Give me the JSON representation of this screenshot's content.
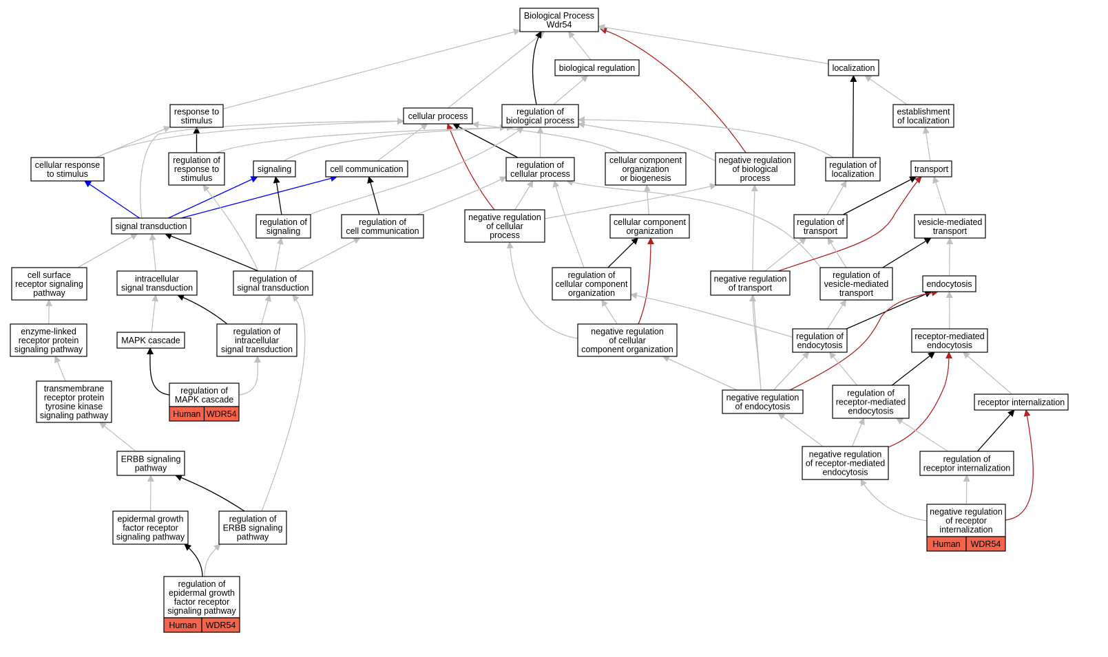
{
  "graph": {
    "title": "Biological Process Wdr54",
    "colors": {
      "is_a": "#c0c0c0",
      "part_of": "#0000ff",
      "regulates": "#000000",
      "negatively_regulates": "#b22222",
      "annotation_fill": "#f4644a"
    },
    "nodes": {
      "bp": {
        "lines": [
          "Biological Process",
          "Wdr54"
        ]
      },
      "bioreg": {
        "lines": [
          "biological regulation"
        ]
      },
      "loc": {
        "lines": [
          "localization"
        ]
      },
      "resp": {
        "lines": [
          "response to",
          "stimulus"
        ]
      },
      "cellproc": {
        "lines": [
          "cellular process"
        ]
      },
      "regbio": {
        "lines": [
          "regulation of",
          "biological process"
        ]
      },
      "estloc": {
        "lines": [
          "establishment",
          "of localization"
        ]
      },
      "cellresp": {
        "lines": [
          "cellular response",
          "to stimulus"
        ]
      },
      "regresp": {
        "lines": [
          "regulation of",
          "response to",
          "stimulus"
        ]
      },
      "signaling": {
        "lines": [
          "signaling"
        ]
      },
      "cellcomm": {
        "lines": [
          "cell communication"
        ]
      },
      "regcell": {
        "lines": [
          "regulation of",
          "cellular process"
        ]
      },
      "ccob": {
        "lines": [
          "cellular component",
          "organization",
          "or biogenesis"
        ]
      },
      "negregbio": {
        "lines": [
          "negative regulation",
          "of biological",
          "process"
        ]
      },
      "regloc": {
        "lines": [
          "regulation of",
          "localization"
        ]
      },
      "transport": {
        "lines": [
          "transport"
        ]
      },
      "sigtrans": {
        "lines": [
          "signal transduction"
        ]
      },
      "regsig": {
        "lines": [
          "regulation of",
          "signaling"
        ]
      },
      "regcomm": {
        "lines": [
          "regulation of",
          "cell communication"
        ]
      },
      "negregcell": {
        "lines": [
          "negative regulation",
          "of cellular",
          "process"
        ]
      },
      "cco": {
        "lines": [
          "cellular component",
          "organization"
        ]
      },
      "regtrans": {
        "lines": [
          "regulation of",
          "transport"
        ]
      },
      "vesmed": {
        "lines": [
          "vesicle-mediated",
          "transport"
        ]
      },
      "cellsurf": {
        "lines": [
          "cell surface",
          "receptor signaling",
          "pathway"
        ]
      },
      "intracell": {
        "lines": [
          "intracellular",
          "signal transduction"
        ]
      },
      "regsigtrans": {
        "lines": [
          "regulation of",
          "signal transduction"
        ]
      },
      "regcco": {
        "lines": [
          "regulation of",
          "cellular component",
          "organization"
        ]
      },
      "negregtrans": {
        "lines": [
          "negative regulation",
          "of transport"
        ]
      },
      "regves": {
        "lines": [
          "regulation of",
          "vesicle-mediated",
          "transport"
        ]
      },
      "endo": {
        "lines": [
          "endocytosis"
        ]
      },
      "enzlink": {
        "lines": [
          "enzyme-linked",
          "receptor protein",
          "signaling pathway"
        ]
      },
      "mapk": {
        "lines": [
          "MAPK cascade"
        ]
      },
      "regintra": {
        "lines": [
          "regulation of",
          "intracellular",
          "signal transduction"
        ]
      },
      "negregcco": {
        "lines": [
          "negative regulation",
          "of cellular",
          "component organization"
        ]
      },
      "regendo": {
        "lines": [
          "regulation of",
          "endocytosis"
        ]
      },
      "recmed": {
        "lines": [
          "receptor-mediated",
          "endocytosis"
        ]
      },
      "tmrtk": {
        "lines": [
          "transmembrane",
          "receptor protein",
          "tyrosine kinase",
          "signaling pathway"
        ]
      },
      "regmapk": {
        "lines": [
          "regulation of",
          "MAPK cascade"
        ],
        "annotations": [
          "Human",
          "WDR54"
        ]
      },
      "negregendo": {
        "lines": [
          "negative regulation",
          "of endocytosis"
        ]
      },
      "regrecmed": {
        "lines": [
          "regulation of",
          "receptor-mediated",
          "endocytosis"
        ]
      },
      "recint": {
        "lines": [
          "receptor internalization"
        ]
      },
      "erbb": {
        "lines": [
          "ERBB signaling",
          "pathway"
        ]
      },
      "negregrecmed": {
        "lines": [
          "negative regulation",
          "of receptor-mediated",
          "endocytosis"
        ]
      },
      "regrecint": {
        "lines": [
          "regulation of",
          "receptor internalization"
        ]
      },
      "egfr": {
        "lines": [
          "epidermal growth",
          "factor receptor",
          "signaling pathway"
        ]
      },
      "regerbb": {
        "lines": [
          "regulation of",
          "ERBB signaling",
          "pathway"
        ]
      },
      "negregrecint": {
        "lines": [
          "negative regulation",
          "of receptor",
          "internalization"
        ],
        "annotations": [
          "Human",
          "WDR54"
        ]
      },
      "regegfr": {
        "lines": [
          "regulation of",
          "epidermal growth",
          "factor receptor",
          "signaling pathway"
        ],
        "annotations": [
          "Human",
          "WDR54"
        ]
      }
    },
    "edges": [
      {
        "from": "resp",
        "to": "bp",
        "rel": "is_a"
      },
      {
        "from": "cellproc",
        "to": "bp",
        "rel": "is_a"
      },
      {
        "from": "regbio",
        "to": "bp",
        "rel": "regulates"
      },
      {
        "from": "bioreg",
        "to": "bp",
        "rel": "is_a"
      },
      {
        "from": "negregbio",
        "to": "bp",
        "rel": "negatively_regulates"
      },
      {
        "from": "loc",
        "to": "bp",
        "rel": "is_a"
      },
      {
        "from": "regbio",
        "to": "bioreg",
        "rel": "is_a"
      },
      {
        "from": "regloc",
        "to": "loc",
        "rel": "regulates"
      },
      {
        "from": "estloc",
        "to": "loc",
        "rel": "is_a"
      },
      {
        "from": "transport",
        "to": "estloc",
        "rel": "is_a"
      },
      {
        "from": "cellresp",
        "to": "resp",
        "rel": "is_a"
      },
      {
        "from": "regresp",
        "to": "resp",
        "rel": "regulates"
      },
      {
        "from": "cellresp",
        "to": "cellproc",
        "rel": "is_a"
      },
      {
        "from": "cellcomm",
        "to": "cellproc",
        "rel": "is_a"
      },
      {
        "from": "regcell",
        "to": "cellproc",
        "rel": "regulates"
      },
      {
        "from": "negregcell",
        "to": "cellproc",
        "rel": "negatively_regulates"
      },
      {
        "from": "sigtrans",
        "to": "cellproc",
        "rel": "is_a"
      },
      {
        "from": "ccob",
        "to": "cellproc",
        "rel": "is_a"
      },
      {
        "from": "regcell",
        "to": "regbio",
        "rel": "is_a"
      },
      {
        "from": "regresp",
        "to": "regbio",
        "rel": "is_a"
      },
      {
        "from": "signaling",
        "to": "regbio",
        "rel": "is_a"
      },
      {
        "from": "negregbio",
        "to": "regbio",
        "rel": "is_a"
      },
      {
        "from": "regloc",
        "to": "regbio",
        "rel": "is_a"
      },
      {
        "from": "regsig",
        "to": "regbio",
        "rel": "is_a"
      },
      {
        "from": "sigtrans",
        "to": "cellresp",
        "rel": "part_of"
      },
      {
        "from": "sigtrans",
        "to": "signaling",
        "rel": "part_of"
      },
      {
        "from": "sigtrans",
        "to": "cellcomm",
        "rel": "part_of"
      },
      {
        "from": "regsig",
        "to": "signaling",
        "rel": "regulates"
      },
      {
        "from": "regcomm",
        "to": "cellcomm",
        "rel": "regulates"
      },
      {
        "from": "regcomm",
        "to": "regcell",
        "rel": "is_a"
      },
      {
        "from": "negregcell",
        "to": "regcell",
        "rel": "is_a"
      },
      {
        "from": "regcco",
        "to": "regcell",
        "rel": "is_a"
      },
      {
        "from": "regves",
        "to": "regcell",
        "rel": "is_a"
      },
      {
        "from": "negregcell",
        "to": "negregbio",
        "rel": "is_a"
      },
      {
        "from": "negregtrans",
        "to": "negregbio",
        "rel": "is_a"
      },
      {
        "from": "cco",
        "to": "ccob",
        "rel": "is_a"
      },
      {
        "from": "regtrans",
        "to": "regloc",
        "rel": "is_a"
      },
      {
        "from": "regtrans",
        "to": "transport",
        "rel": "regulates"
      },
      {
        "from": "negregtrans",
        "to": "transport",
        "rel": "negatively_regulates"
      },
      {
        "from": "vesmed",
        "to": "transport",
        "rel": "is_a"
      },
      {
        "from": "regsigtrans",
        "to": "regresp",
        "rel": "is_a"
      },
      {
        "from": "regsigtrans",
        "to": "sigtrans",
        "rel": "regulates"
      },
      {
        "from": "regsigtrans",
        "to": "regsig",
        "rel": "is_a"
      },
      {
        "from": "regsigtrans",
        "to": "regcomm",
        "rel": "is_a"
      },
      {
        "from": "cellsurf",
        "to": "sigtrans",
        "rel": "is_a"
      },
      {
        "from": "intracell",
        "to": "sigtrans",
        "rel": "is_a"
      },
      {
        "from": "negregcco",
        "to": "negregcell",
        "rel": "is_a"
      },
      {
        "from": "regcco",
        "to": "cco",
        "rel": "regulates"
      },
      {
        "from": "negregcco",
        "to": "cco",
        "rel": "negatively_regulates"
      },
      {
        "from": "negregcco",
        "to": "regcco",
        "rel": "is_a"
      },
      {
        "from": "negregtrans",
        "to": "regtrans",
        "rel": "is_a"
      },
      {
        "from": "regves",
        "to": "regtrans",
        "rel": "is_a"
      },
      {
        "from": "regves",
        "to": "vesmed",
        "rel": "regulates"
      },
      {
        "from": "endo",
        "to": "vesmed",
        "rel": "is_a"
      },
      {
        "from": "regendo",
        "to": "regves",
        "rel": "is_a"
      },
      {
        "from": "regendo",
        "to": "endo",
        "rel": "regulates"
      },
      {
        "from": "negregendo",
        "to": "endo",
        "rel": "negatively_regulates"
      },
      {
        "from": "regendo",
        "to": "regcco",
        "rel": "is_a"
      },
      {
        "from": "recmed",
        "to": "endo",
        "rel": "is_a"
      },
      {
        "from": "enzlink",
        "to": "cellsurf",
        "rel": "is_a"
      },
      {
        "from": "tmrtk",
        "to": "enzlink",
        "rel": "is_a"
      },
      {
        "from": "erbb",
        "to": "tmrtk",
        "rel": "is_a"
      },
      {
        "from": "mapk",
        "to": "intracell",
        "rel": "is_a"
      },
      {
        "from": "regintra",
        "to": "intracell",
        "rel": "regulates"
      },
      {
        "from": "regintra",
        "to": "regsigtrans",
        "rel": "is_a"
      },
      {
        "from": "regmapk",
        "to": "mapk",
        "rel": "regulates"
      },
      {
        "from": "regmapk",
        "to": "regintra",
        "rel": "is_a"
      },
      {
        "from": "negregendo",
        "to": "negregcco",
        "rel": "is_a"
      },
      {
        "from": "negregendo",
        "to": "regendo",
        "rel": "is_a"
      },
      {
        "from": "negregendo",
        "to": "negregtrans",
        "rel": "is_a"
      },
      {
        "from": "regrecmed",
        "to": "regendo",
        "rel": "is_a"
      },
      {
        "from": "regrecmed",
        "to": "recmed",
        "rel": "regulates"
      },
      {
        "from": "recint",
        "to": "recmed",
        "rel": "is_a"
      },
      {
        "from": "negregrecmed",
        "to": "negregendo",
        "rel": "is_a"
      },
      {
        "from": "negregrecmed",
        "to": "regrecmed",
        "rel": "is_a"
      },
      {
        "from": "negregrecmed",
        "to": "recmed",
        "rel": "negatively_regulates"
      },
      {
        "from": "regrecint",
        "to": "regrecmed",
        "rel": "is_a"
      },
      {
        "from": "regrecint",
        "to": "recint",
        "rel": "regulates"
      },
      {
        "from": "negregrecint",
        "to": "regrecint",
        "rel": "is_a"
      },
      {
        "from": "negregrecint",
        "to": "negregrecmed",
        "rel": "is_a"
      },
      {
        "from": "negregrecint",
        "to": "recint",
        "rel": "negatively_regulates"
      },
      {
        "from": "egfr",
        "to": "erbb",
        "rel": "is_a"
      },
      {
        "from": "regerbb",
        "to": "erbb",
        "rel": "regulates"
      },
      {
        "from": "regerbb",
        "to": "regsigtrans",
        "rel": "is_a"
      },
      {
        "from": "regegfr",
        "to": "egfr",
        "rel": "regulates"
      },
      {
        "from": "regegfr",
        "to": "regerbb",
        "rel": "is_a"
      }
    ]
  }
}
